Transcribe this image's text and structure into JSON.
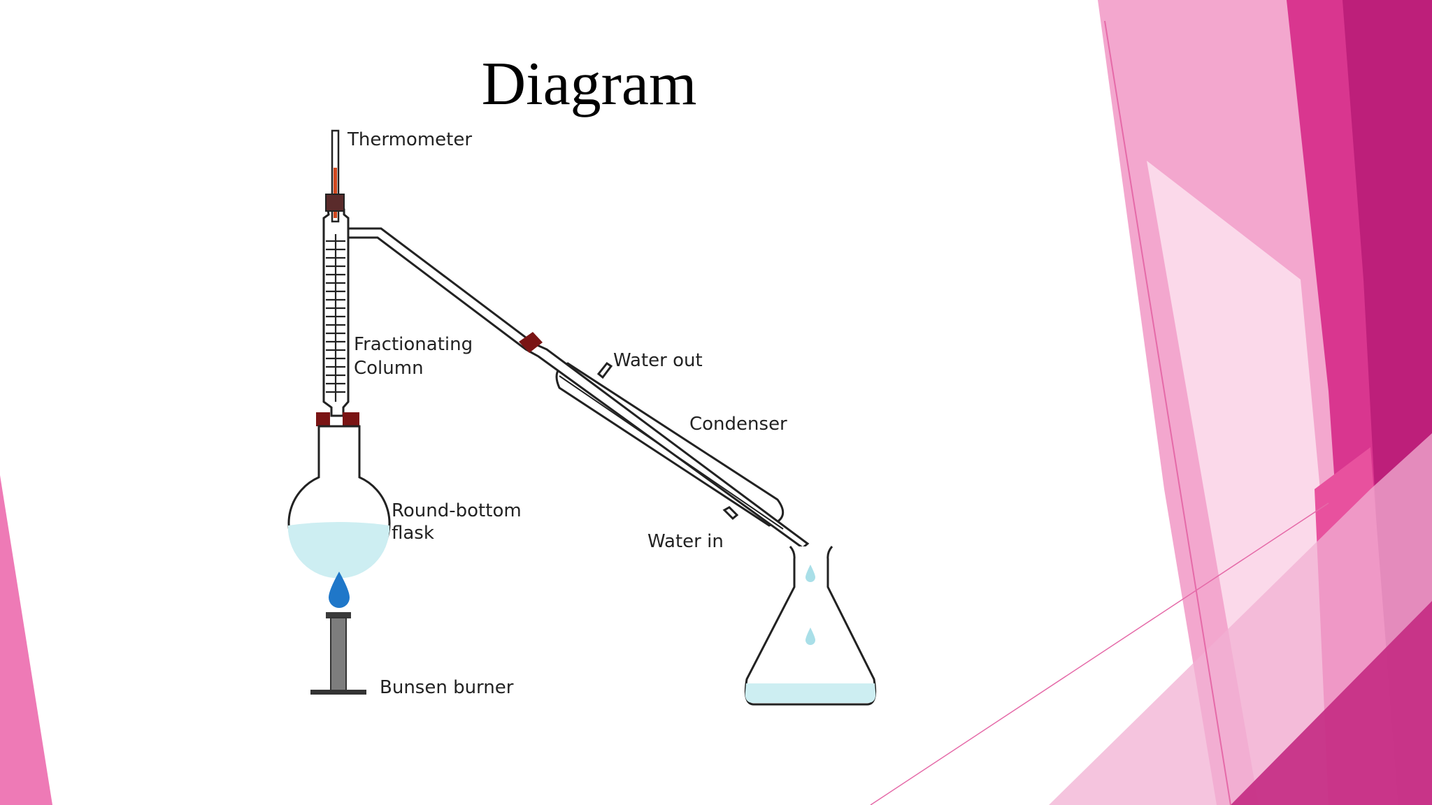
{
  "slide": {
    "title": "Diagram"
  },
  "labels": {
    "thermometer": "Thermometer",
    "fractionating_line1": "Fractionating",
    "fractionating_line2": "Column",
    "water_out": "Water out",
    "condenser": "Condenser",
    "round_bottom_line1": "Round-bottom",
    "round_bottom_line2": "flask",
    "water_in": "Water in",
    "bunsen_burner": "Bunsen burner"
  },
  "colors": {
    "accent_dark": "#bd1f7a",
    "accent_mid": "#e85aa6",
    "accent_light": "#f5a8cf",
    "liquid": "#cdeef2",
    "flame": "#1f77c9",
    "stopper": "#7a1414",
    "thermometer_fluid": "#d1481f"
  }
}
